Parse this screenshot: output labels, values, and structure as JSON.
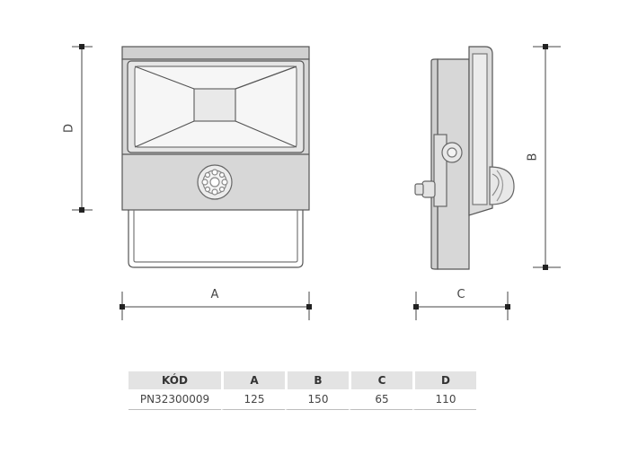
{
  "dimension_labels": {
    "A": "A",
    "B": "B",
    "C": "C",
    "D": "D"
  },
  "table": {
    "headers": [
      "KÓD",
      "A",
      "B",
      "C",
      "D"
    ],
    "rows": [
      [
        "PN32300009",
        "125",
        "150",
        "65",
        "110"
      ]
    ]
  }
}
